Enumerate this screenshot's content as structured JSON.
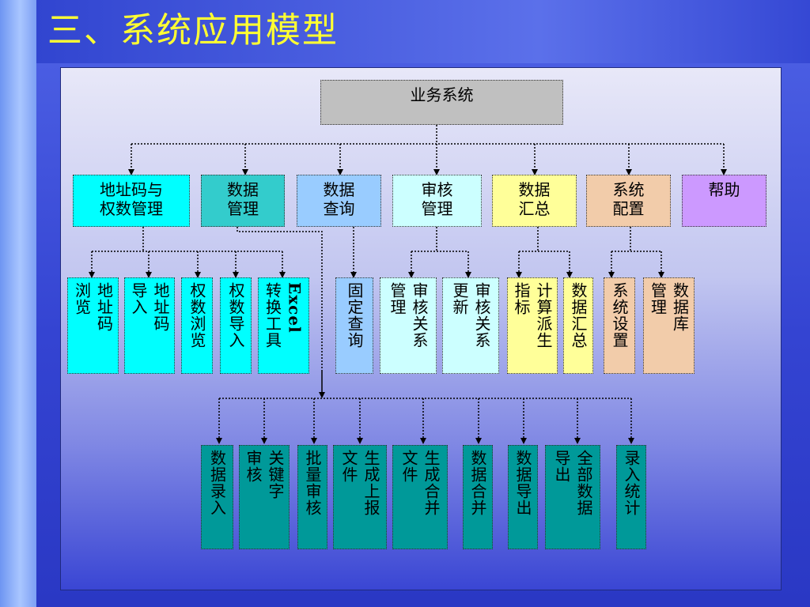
{
  "slide": {
    "title": "三、系统应用模型"
  },
  "diagram": {
    "root": {
      "label": "业务系统"
    },
    "level1": [
      {
        "id": "addr",
        "lines": [
          "地址码与",
          "权数管理"
        ]
      },
      {
        "id": "dm",
        "lines": [
          "数据",
          "管理"
        ]
      },
      {
        "id": "query",
        "lines": [
          "数据",
          "查询"
        ]
      },
      {
        "id": "audit",
        "lines": [
          "审核",
          "管理"
        ]
      },
      {
        "id": "summ",
        "lines": [
          "数据",
          "汇总"
        ]
      },
      {
        "id": "config",
        "lines": [
          "系统",
          "配置"
        ]
      },
      {
        "id": "help",
        "lines": [
          "帮助"
        ]
      }
    ],
    "level2": [
      {
        "id": "addr-browse",
        "cols": [
          "地址码",
          "浏览"
        ]
      },
      {
        "id": "addr-import",
        "cols": [
          "地址码",
          "导入"
        ]
      },
      {
        "id": "weight-browse",
        "cols": [
          "权数浏览"
        ]
      },
      {
        "id": "weight-import",
        "cols": [
          "权数导入"
        ]
      },
      {
        "id": "excel-tool",
        "cols": [
          "Excel",
          "转换工具"
        ]
      },
      {
        "id": "fixed-query",
        "cols": [
          "固定查询"
        ]
      },
      {
        "id": "rel-manage",
        "cols": [
          "审核关系",
          "管理"
        ]
      },
      {
        "id": "rel-update",
        "cols": [
          "审核关系",
          "更新"
        ]
      },
      {
        "id": "indicator",
        "cols": [
          "计算派生",
          "指标"
        ]
      },
      {
        "id": "data-summary",
        "cols": [
          "数据汇总"
        ]
      },
      {
        "id": "sys-settings",
        "cols": [
          "系统设置"
        ]
      },
      {
        "id": "db-manage",
        "cols": [
          "数据库",
          "管理"
        ]
      }
    ],
    "level3": [
      {
        "id": "data-entry",
        "cols": [
          "数据录入"
        ]
      },
      {
        "id": "kw-audit",
        "cols": [
          "关键字",
          "审核"
        ]
      },
      {
        "id": "batch-audit",
        "cols": [
          "批量审核"
        ]
      },
      {
        "id": "gen-report",
        "cols": [
          "生成上报",
          "文件"
        ]
      },
      {
        "id": "gen-merge",
        "cols": [
          "生成合并",
          "文件"
        ]
      },
      {
        "id": "data-merge",
        "cols": [
          "数据合并"
        ]
      },
      {
        "id": "data-export",
        "cols": [
          "数据导出"
        ]
      },
      {
        "id": "export-all",
        "cols": [
          "全部数据",
          "导出"
        ]
      },
      {
        "id": "entry-stats",
        "cols": [
          "录入统计"
        ]
      }
    ],
    "colors": {
      "title": "#ffff33",
      "root": "#c0c0c0",
      "cyan": "#00ffff",
      "teal": "#33cccc",
      "light_blue": "#99ccff",
      "pale_cyan": "#ccffff",
      "yellow": "#ffff99",
      "peach": "#f2ccaa",
      "lavender": "#cc99ff",
      "dark_teal": "#009999"
    }
  }
}
